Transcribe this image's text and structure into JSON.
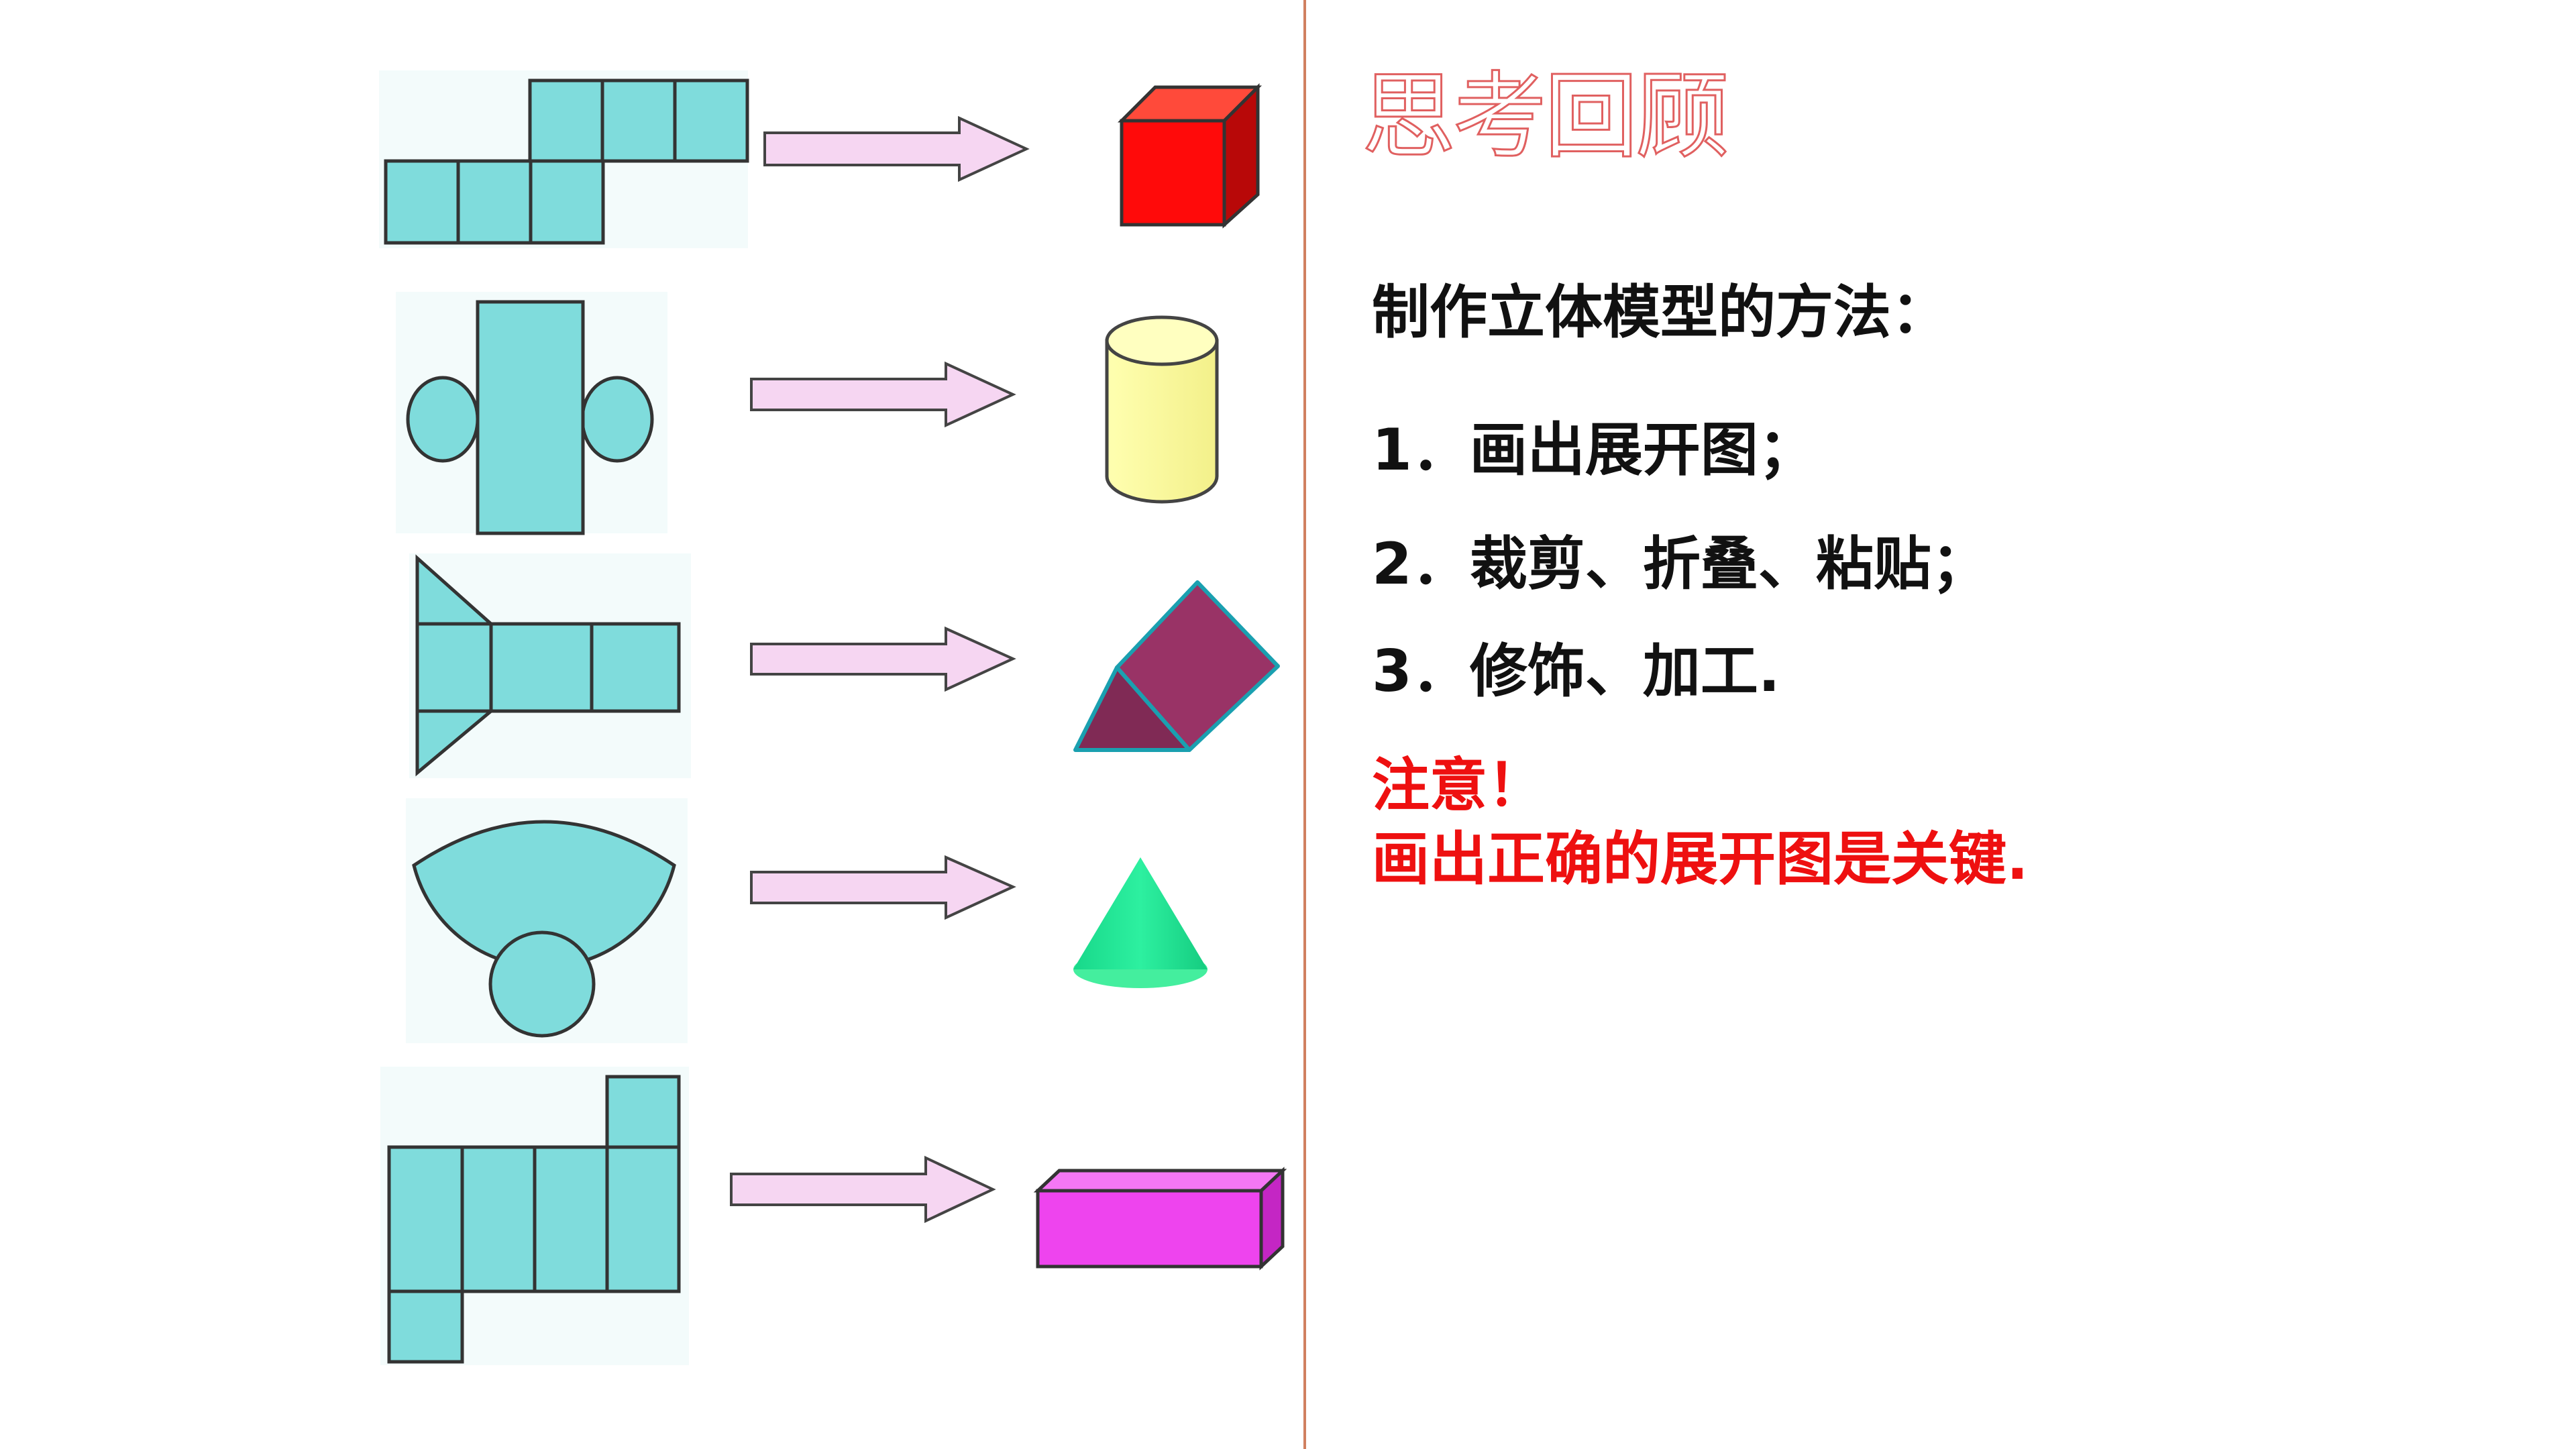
{
  "title": "思考回顾",
  "method_heading": "制作立体模型的方法：",
  "steps": [
    "1．画出展开图；",
    "2．裁剪、折叠、粘贴；",
    "3．修饰、加工."
  ],
  "note_label": "注意！",
  "note_text": "画出正确的展开图是关键.",
  "colors": {
    "net_fill": "#7fdcdc",
    "arrow_fill": "#f6d6f2",
    "title_stroke": "#e06060",
    "note_red": "#ee1010",
    "divider": "#d08060",
    "cube_front": "#ff0a0a",
    "cylinder": "#ffffa8",
    "prism": "#993366",
    "cone": "#22e594",
    "cuboid": "#ee44ee"
  },
  "pairs": [
    {
      "net": "cube-net",
      "solid": "cube"
    },
    {
      "net": "cylinder-net",
      "solid": "cylinder"
    },
    {
      "net": "triangular-prism-net",
      "solid": "triangular-prism"
    },
    {
      "net": "cone-net",
      "solid": "cone"
    },
    {
      "net": "cuboid-net",
      "solid": "cuboid"
    }
  ]
}
